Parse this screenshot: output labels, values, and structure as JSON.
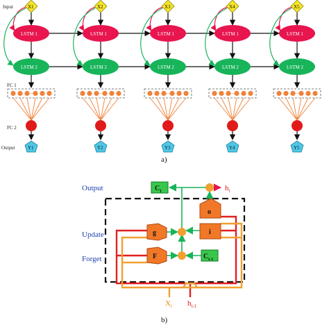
{
  "part_a": {
    "row_labels": {
      "input": "Input",
      "fc1": "FC 1",
      "fc2": "FC 2",
      "output": "Output"
    },
    "inputs": [
      "X1",
      "X2",
      "X3",
      "X4",
      "X5"
    ],
    "lstm1_label": "LSTM 1",
    "lstm2_label": "LSTM 2",
    "outputs": [
      "Y1",
      "Y2",
      "Y3",
      "Y4",
      "Y5"
    ],
    "caption": "a)"
  },
  "part_b": {
    "labels": {
      "output": "Output",
      "update": "Update",
      "forget": "Forget"
    },
    "ct_main": "C",
    "ct_main_sub": "t",
    "ht_main": "h",
    "ht_main_sub": "t",
    "gates": {
      "o": "o",
      "i": "i",
      "g": "g",
      "f": "F"
    },
    "ct_prev": "C",
    "ct_prev_sub": "t-1",
    "x_label": "X",
    "x_sub": "t",
    "h_prev": "h",
    "h_prev_sub": "t-1",
    "caption": "b)"
  },
  "colors": {
    "red": "#e8154e",
    "green": "#18b45a",
    "orange": "#f0823a",
    "cyan": "#4ec7e6",
    "yellow": "#f6e528",
    "dashed": "#555555"
  }
}
